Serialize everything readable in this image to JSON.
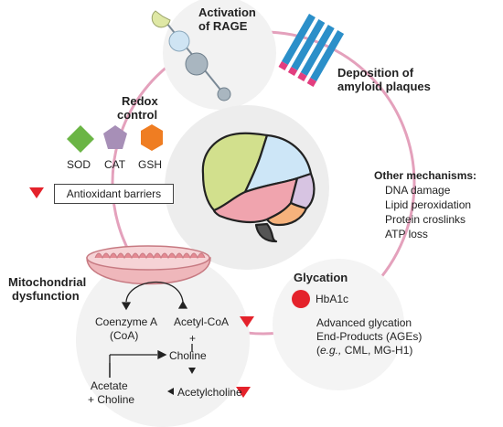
{
  "rage": {
    "title_line1": "Activation",
    "title_line2": "of RAGE"
  },
  "amyloid": {
    "title_line1": "Deposition of",
    "title_line2": "amyloid plaques"
  },
  "redox": {
    "title_line1": "Redox",
    "title_line2": "control",
    "items": [
      {
        "label": "SOD",
        "color": "#6bb545",
        "shape": "diamond"
      },
      {
        "label": "CAT",
        "color": "#a78fb7",
        "shape": "pentagon"
      },
      {
        "label": "GSH",
        "color": "#ef7d22",
        "shape": "hexagon"
      }
    ]
  },
  "antioxidant": {
    "label": "Antioxidant barriers"
  },
  "other": {
    "title": "Other mechanisms:",
    "items": [
      "DNA damage",
      "Lipid peroxidation",
      "Protein croslinks",
      "ATP loss"
    ]
  },
  "glycation": {
    "title": "Glycation",
    "marker_label": "HbA1c",
    "marker_color": "#e4222b",
    "ages_line1": "Advanced glycation",
    "ages_line2": "End-Products (AGEs)",
    "ages_line3_italic": "e.g.,",
    "ages_line3_rest": " CML, MG-H1)",
    "ages_line3_open": "("
  },
  "mito": {
    "title_line1": "Mitochondrial",
    "title_line2": "dysfunction",
    "coenzyme_line1": "Coenzyme A",
    "coenzyme_line2": "(CoA)",
    "acetylcoa": "Acetyl-CoA",
    "plus1": "+",
    "choline": "Choline",
    "acetylcholine": "Acetylcholine",
    "acetate_line1": "Acetate",
    "acetate_line2": "+ Choline"
  },
  "colors": {
    "cycle_ring": "#e4a1bc",
    "down_arrow": "#e4222b",
    "brain_frontal": "#d2e08d",
    "brain_parietal": "#cde6f7",
    "brain_temporal": "#f0a4ae",
    "brain_occipital": "#d7c4e2",
    "brain_cerebellum": "#f6b27c",
    "amyloid_blue": "#2b8fc9",
    "amyloid_pink": "#e23e7f"
  }
}
